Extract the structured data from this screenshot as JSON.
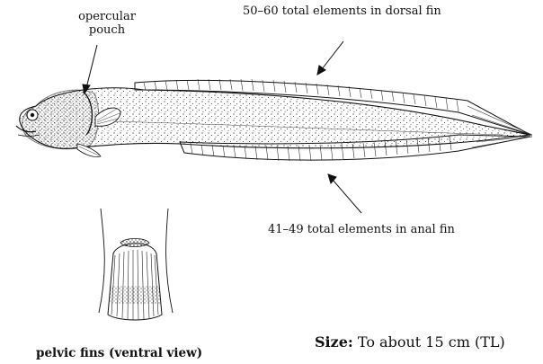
{
  "labels": {
    "opercular_pouch": "opercular pouch",
    "dorsal_fin": "50–60 total elements in dorsal fin",
    "anal_fin": "41–49 total elements in anal fin",
    "pelvic_fins": "pelvic fins (ventral view)",
    "size_key": "Size:",
    "size_value": " To about 15 cm (TL)"
  },
  "colors": {
    "ink": "#111111",
    "background": "#ffffff"
  }
}
